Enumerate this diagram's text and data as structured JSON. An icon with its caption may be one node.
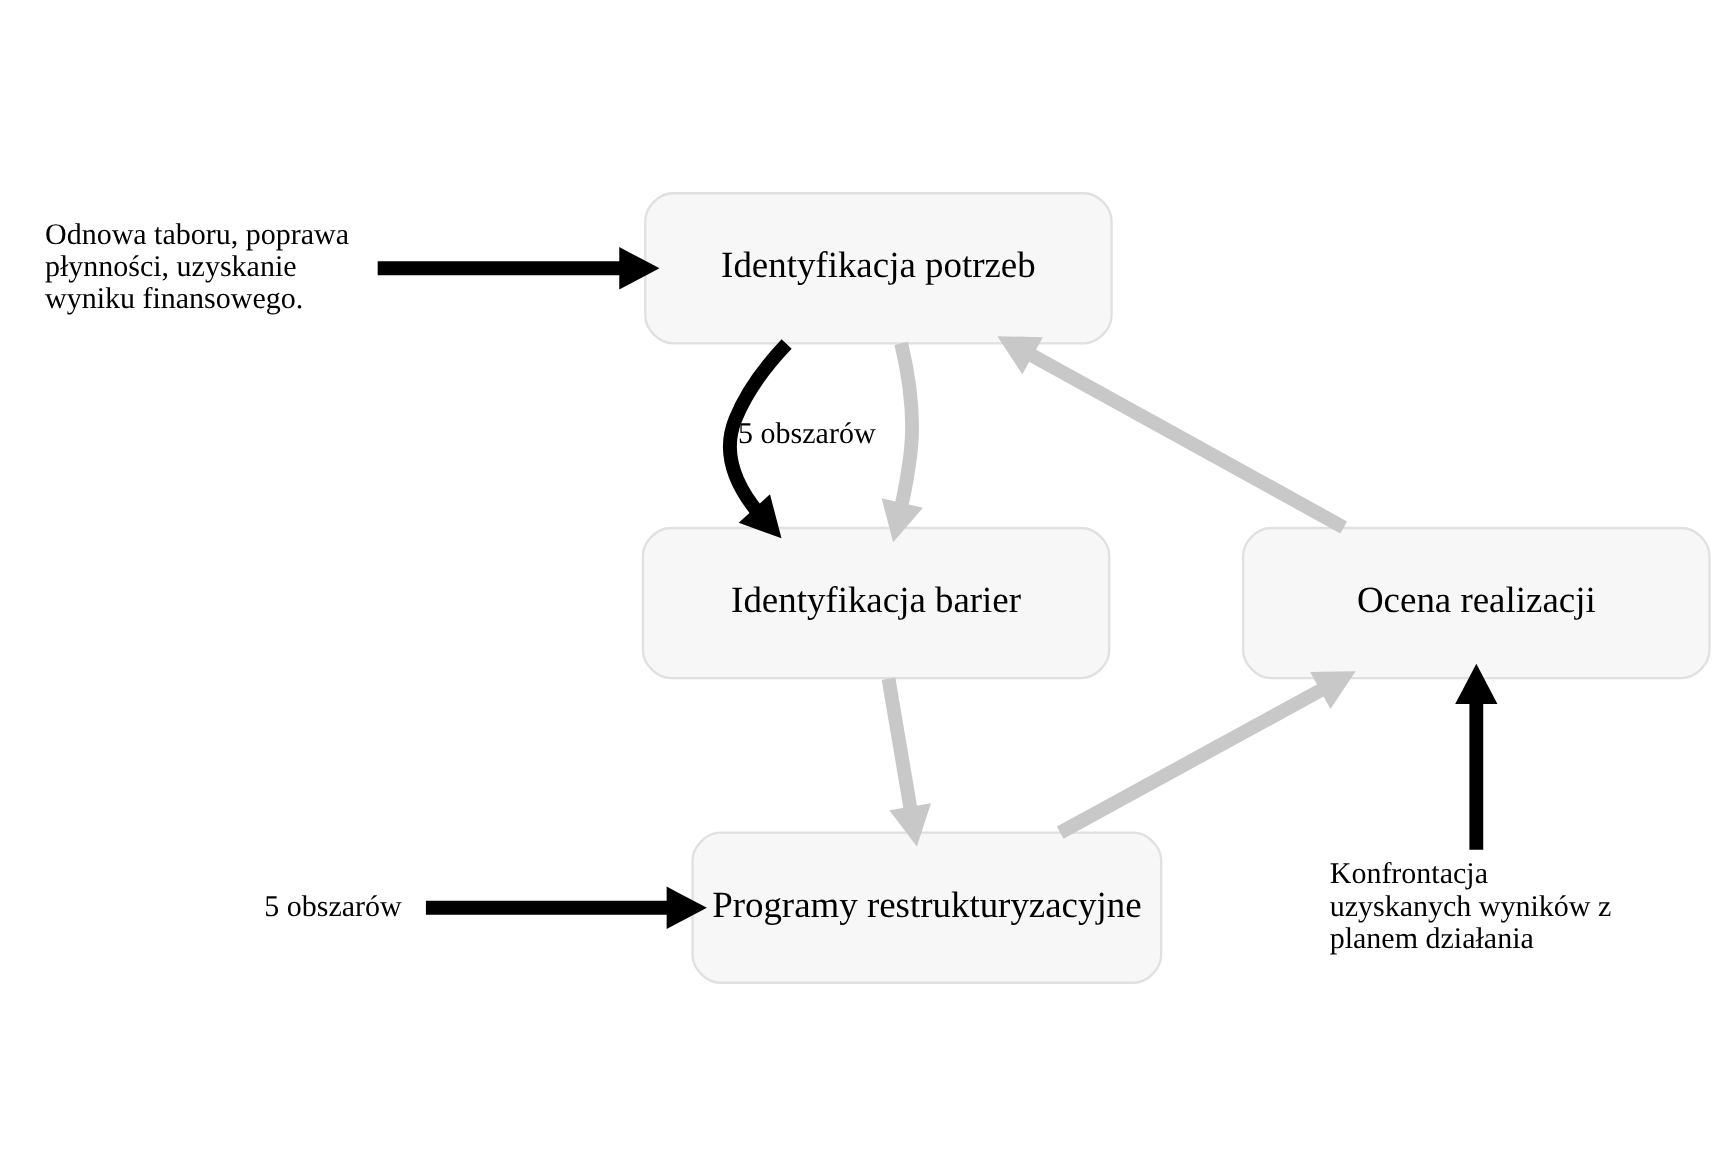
{
  "diagram": {
    "nodes": [
      {
        "text": [
          "Identyfikacja potrzeb"
        ]
      },
      {
        "text": [
          "Identyfikacja barier"
        ]
      },
      {
        "text": [
          "Programy restrukturyzacyjne"
        ]
      },
      {
        "text": [
          "Ocena realizacji"
        ]
      },
      {
        "text": [
          "Odnowa taboru, poprawa płynności, uzyskanie wyniku finansowego."
        ]
      },
      {
        "text": [
          "5 obszarów"
        ]
      },
      {
        "text": [
          "Konfrontacja uzyskanych wyników z planem działania"
        ]
      }
    ],
    "edges": [
      {
        "from": 0,
        "to": 1,
        "arrow": "to",
        "color": "#c8c8c8"
      },
      {
        "from": 1,
        "to": 2,
        "arrow": "to",
        "color": "#c8c8c8"
      },
      {
        "from": 2,
        "to": 3,
        "arrow": "to",
        "color": "#c8c8c8"
      },
      {
        "from": 3,
        "to": 0,
        "arrow": "to",
        "color": "#c8c8c8"
      },
      {
        "from": 4,
        "to": 0,
        "arrow": "to",
        "color": "#000000"
      },
      {
        "from": 0,
        "to": 1,
        "arrow": "to",
        "label": "5 obszarów",
        "color": "#000000"
      },
      {
        "from": 5,
        "to": 2,
        "arrow": "to",
        "color": "#000000"
      },
      {
        "from": 6,
        "to": 3,
        "arrow": "to",
        "color": "#000000"
      }
    ]
  }
}
